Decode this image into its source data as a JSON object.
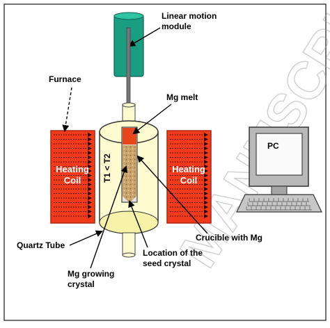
{
  "labels": {
    "linear_motion_line1": "Linear motion",
    "linear_motion_line2": "module",
    "furnace": "Furnace",
    "mg_melt": "Mg melt",
    "t_relation": "T1 < T2",
    "heating_coil_left_1": "Heating",
    "heating_coil_left_2": "Coil",
    "heating_coil_right_1": "Heating",
    "heating_coil_right_2": "Coil",
    "pc": "PC",
    "crucible": "Crucible with Mg",
    "quartz_tube": "Quartz Tube",
    "location_line1": "Location of the",
    "location_line2": "seed crystal",
    "mg_growing_line1": "Mg growing",
    "mg_growing_line2": "crystal"
  },
  "watermark": "MANUSCRIPT",
  "colors": {
    "motion_module": "#1a9e82",
    "heating_coil": "#f03a1c",
    "quartz_tube": "#fdfbcf",
    "mg_melt": "#e8471c",
    "seed_crystal": "#c7a36b",
    "crucible": "#e3e3e3"
  }
}
